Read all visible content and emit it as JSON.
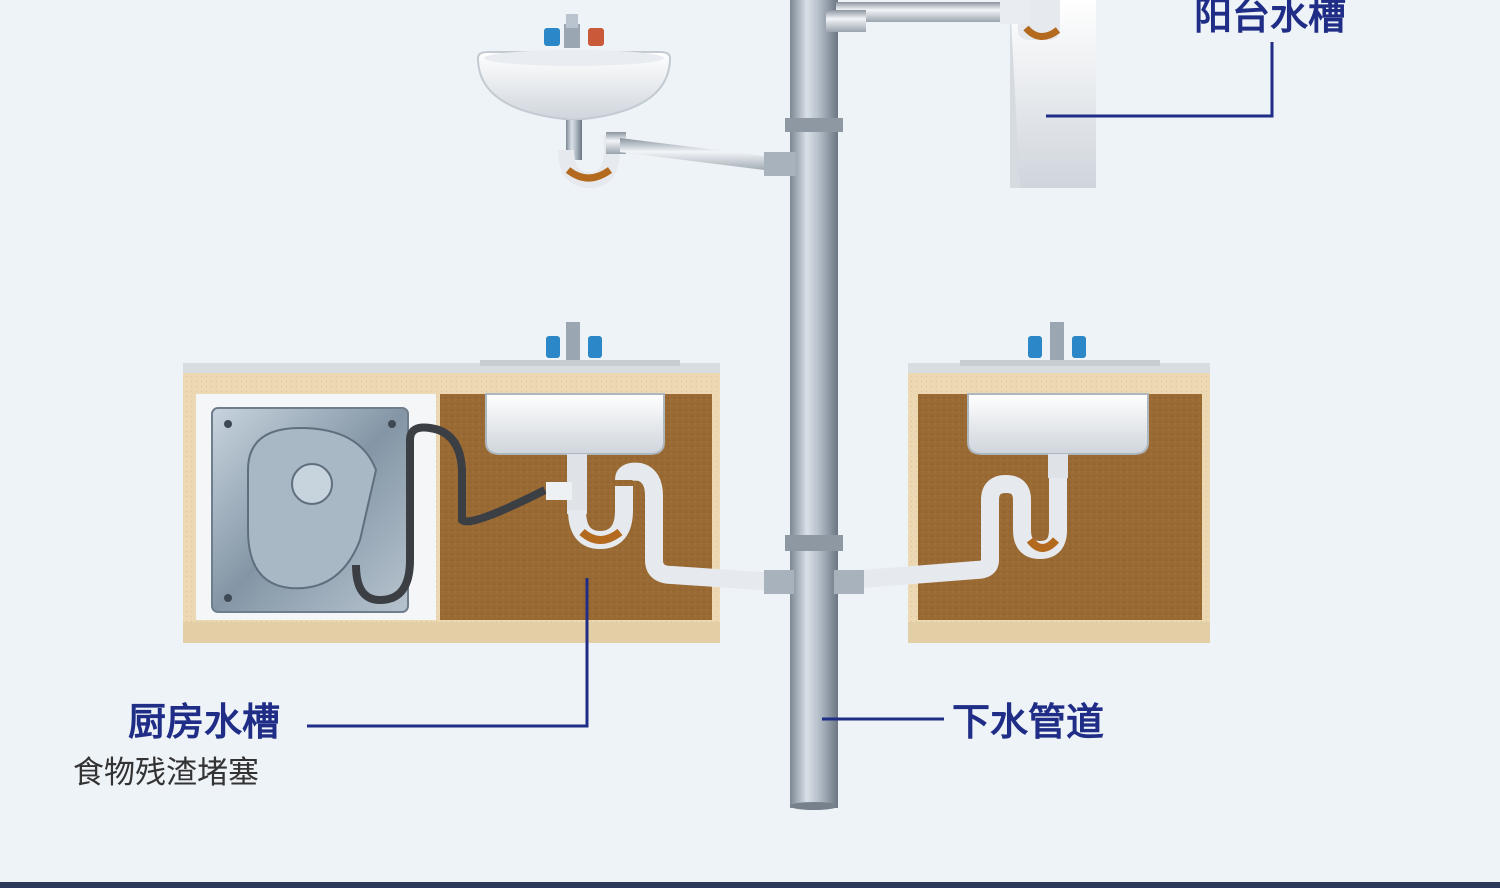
{
  "labels": {
    "balcony_sink": "阳台水槽",
    "kitchen_sink": "厨房水槽",
    "kitchen_note": "食物残渣堵塞",
    "drain_pipe": "下水管道"
  },
  "colors": {
    "label": "#1f2d86",
    "leader_line": "#1f2d86",
    "background": "#eef3f8",
    "clog": "#b46a1e",
    "cabinet_inner": "#9a6a35",
    "cabinet_frame": "#ecd9b4"
  },
  "icons": [
    "faucet-icon",
    "washbasin-icon",
    "garbage-disposer-icon",
    "p-trap-icon",
    "drain-pipe-icon"
  ]
}
